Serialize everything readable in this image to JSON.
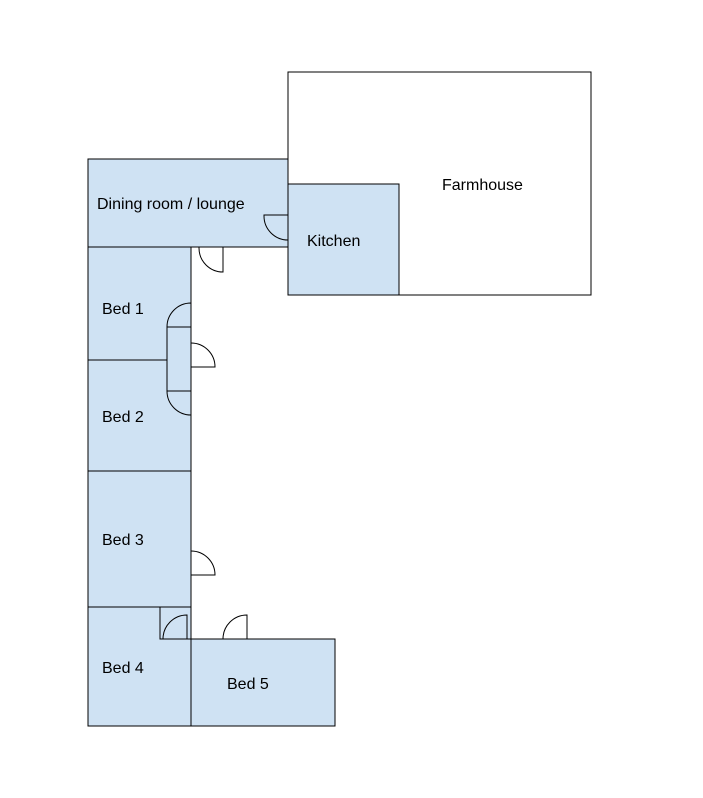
{
  "colors": {
    "room_fill": "#cfe2f3",
    "farmhouse_fill": "#ffffff",
    "line": "#000000"
  },
  "rooms": {
    "farmhouse": "Farmhouse",
    "dining": "Dining room / lounge",
    "kitchen": "Kitchen",
    "bed1": "Bed 1",
    "bed2": "Bed 2",
    "bed3": "Bed 3",
    "bed4": "Bed 4",
    "bed5": "Bed 5"
  }
}
